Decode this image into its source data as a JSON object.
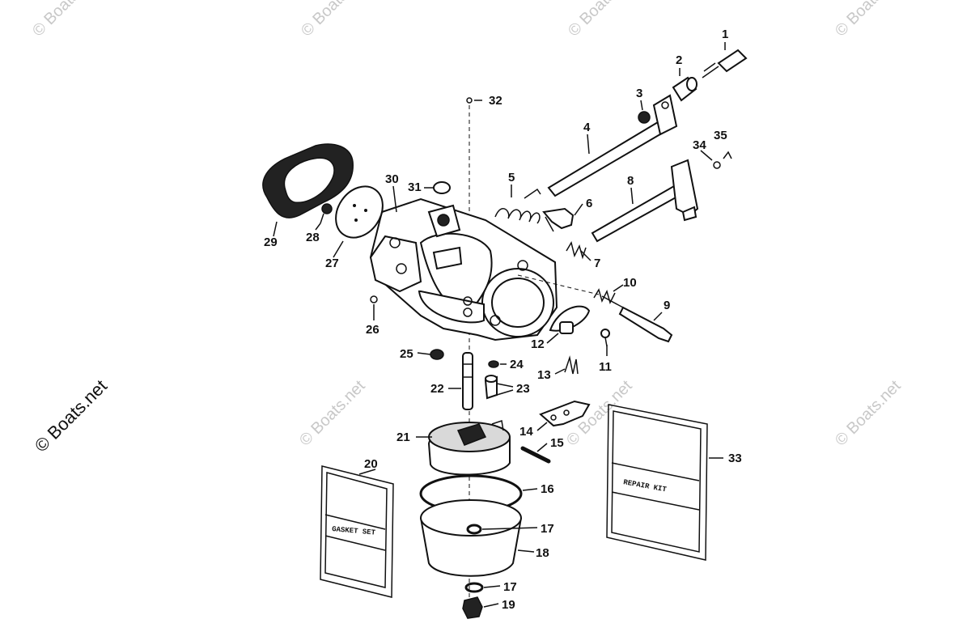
{
  "watermark": {
    "text": "© Boats.net"
  },
  "callouts": [
    {
      "id": "1",
      "text": "1"
    },
    {
      "id": "2",
      "text": "2"
    },
    {
      "id": "3",
      "text": "3"
    },
    {
      "id": "4",
      "text": "4"
    },
    {
      "id": "5",
      "text": "5"
    },
    {
      "id": "6",
      "text": "6"
    },
    {
      "id": "7",
      "text": "7"
    },
    {
      "id": "8",
      "text": "8"
    },
    {
      "id": "9",
      "text": "9"
    },
    {
      "id": "10",
      "text": "10"
    },
    {
      "id": "11",
      "text": "11"
    },
    {
      "id": "12",
      "text": "12"
    },
    {
      "id": "13",
      "text": "13"
    },
    {
      "id": "14",
      "text": "14"
    },
    {
      "id": "15",
      "text": "15"
    },
    {
      "id": "16",
      "text": "16"
    },
    {
      "id": "17a",
      "text": "17"
    },
    {
      "id": "17b",
      "text": "17"
    },
    {
      "id": "18",
      "text": "18"
    },
    {
      "id": "19",
      "text": "19"
    },
    {
      "id": "20",
      "text": "20"
    },
    {
      "id": "21",
      "text": "21"
    },
    {
      "id": "22",
      "text": "22"
    },
    {
      "id": "23",
      "text": "23"
    },
    {
      "id": "24",
      "text": "24"
    },
    {
      "id": "25",
      "text": "25"
    },
    {
      "id": "26",
      "text": "26"
    },
    {
      "id": "27",
      "text": "27"
    },
    {
      "id": "28",
      "text": "28"
    },
    {
      "id": "29",
      "text": "29"
    },
    {
      "id": "30",
      "text": "30"
    },
    {
      "id": "31",
      "text": "31"
    },
    {
      "id": "32",
      "text": "32"
    },
    {
      "id": "33",
      "text": "33"
    },
    {
      "id": "34",
      "text": "34"
    },
    {
      "id": "35",
      "text": "35"
    }
  ],
  "kits": {
    "gasket_set": "GASKET SET",
    "repair_kit": "REPAIR KIT"
  }
}
